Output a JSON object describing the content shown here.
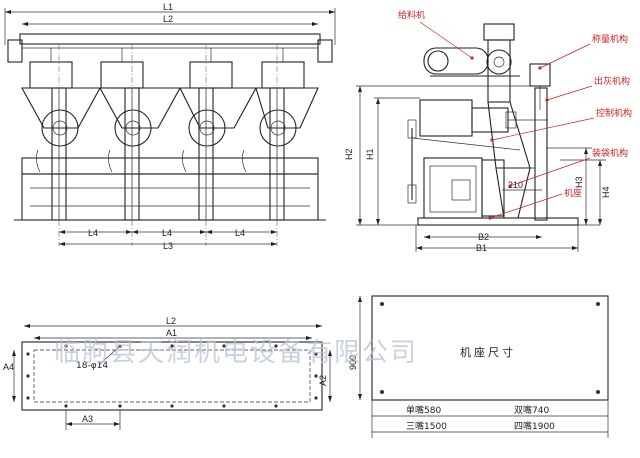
{
  "front_view": {
    "dims": {
      "l1": "L1",
      "l2": "L2",
      "l3": "L3",
      "l4": "L4"
    }
  },
  "side_view": {
    "callouts": {
      "feeder": "给料机",
      "weigher": "称量机构",
      "ash_outlet": "出灰机构",
      "control": "控制机构",
      "bagging": "装袋机构",
      "base": "机座"
    },
    "dims": {
      "h1": "H1",
      "h2": "H2",
      "h3": "H3",
      "h4": "H4",
      "b1": "B1",
      "b2": "B2",
      "d210": "210"
    }
  },
  "plan_view": {
    "dims": {
      "l2": "L2",
      "a1": "A1",
      "a2": "A2",
      "a3": "A3",
      "a4": "A4"
    },
    "holes": "18-φ14"
  },
  "base_size": {
    "title": "机座尺寸",
    "height": "900",
    "table": [
      [
        "单嘴580",
        "双嘴740"
      ],
      [
        "三嘴1500",
        "四嘴1900"
      ]
    ]
  },
  "watermark": "临朐县天润机电设备有限公司",
  "colors": {
    "callout": "#cc2222",
    "line": "#222222",
    "watermark": "#b9c2d6"
  }
}
